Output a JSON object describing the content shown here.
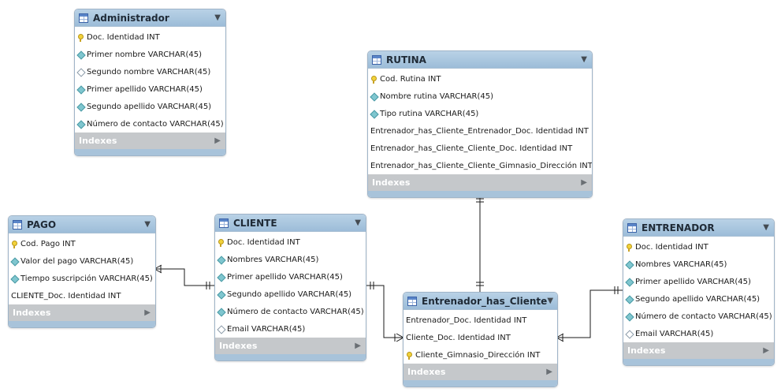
{
  "indexes_label": "Indexes",
  "colors": {
    "header": "#9cbcd8",
    "indexes_bar": "#c5c8cb",
    "line": "#1a1a1a"
  },
  "tables": {
    "administrador": {
      "name": "Administrador",
      "columns": [
        {
          "text": "Doc. Identidad INT",
          "icon": "key"
        },
        {
          "text": "Primer nombre VARCHAR(45)",
          "icon": "diamond"
        },
        {
          "text": "Segundo nombre VARCHAR(45)",
          "icon": "diamond-empty"
        },
        {
          "text": "Primer apellido VARCHAR(45)",
          "icon": "diamond"
        },
        {
          "text": "Segundo apellido VARCHAR(45)",
          "icon": "diamond"
        },
        {
          "text": "Número de contacto VARCHAR(45)",
          "icon": "diamond"
        }
      ]
    },
    "rutina": {
      "name": "RUTINA",
      "columns": [
        {
          "text": "Cod. Rutina INT",
          "icon": "key"
        },
        {
          "text": "Nombre rutina VARCHAR(45)",
          "icon": "diamond"
        },
        {
          "text": "Tipo rutina VARCHAR(45)",
          "icon": "diamond"
        },
        {
          "text": "Entrenador_has_Cliente_Entrenador_Doc. Identidad INT",
          "icon": "none"
        },
        {
          "text": "Entrenador_has_Cliente_Cliente_Doc. Identidad INT",
          "icon": "none"
        },
        {
          "text": "Entrenador_has_Cliente_Cliente_Gimnasio_Dirección INT",
          "icon": "none"
        }
      ]
    },
    "pago": {
      "name": "PAGO",
      "columns": [
        {
          "text": "Cod. Pago INT",
          "icon": "key"
        },
        {
          "text": "Valor del pago VARCHAR(45)",
          "icon": "diamond"
        },
        {
          "text": "Tiempo suscripción VARCHAR(45)",
          "icon": "diamond"
        },
        {
          "text": "CLIENTE_Doc. Identidad INT",
          "icon": "none"
        }
      ]
    },
    "cliente": {
      "name": "CLIENTE",
      "columns": [
        {
          "text": "Doc. Identidad INT",
          "icon": "key"
        },
        {
          "text": "Nombres VARCHAR(45)",
          "icon": "diamond"
        },
        {
          "text": "Primer apellido VARCHAR(45)",
          "icon": "diamond"
        },
        {
          "text": "Segundo apellido VARCHAR(45)",
          "icon": "diamond"
        },
        {
          "text": "Número de contacto VARCHAR(45)",
          "icon": "diamond"
        },
        {
          "text": "Email VARCHAR(45)",
          "icon": "diamond-empty"
        }
      ]
    },
    "entrenador_has_cliente": {
      "name": "Entrenador_has_Cliente",
      "columns": [
        {
          "text": "Entrenador_Doc. Identidad INT",
          "icon": "none"
        },
        {
          "text": "Cliente_Doc. Identidad INT",
          "icon": "none"
        },
        {
          "text": "Cliente_Gimnasio_Dirección INT",
          "icon": "key"
        }
      ]
    },
    "entrenador": {
      "name": "ENTRENADOR",
      "columns": [
        {
          "text": "Doc. Identidad INT",
          "icon": "key"
        },
        {
          "text": "Nombres VARCHAR(45)",
          "icon": "diamond"
        },
        {
          "text": "Primer apellido VARCHAR(45)",
          "icon": "diamond"
        },
        {
          "text": "Segundo apellido VARCHAR(45)",
          "icon": "diamond"
        },
        {
          "text": "Número de contacto VARCHAR(45)",
          "icon": "diamond"
        },
        {
          "text": "Email VARCHAR(45)",
          "icon": "diamond-empty"
        }
      ]
    }
  }
}
